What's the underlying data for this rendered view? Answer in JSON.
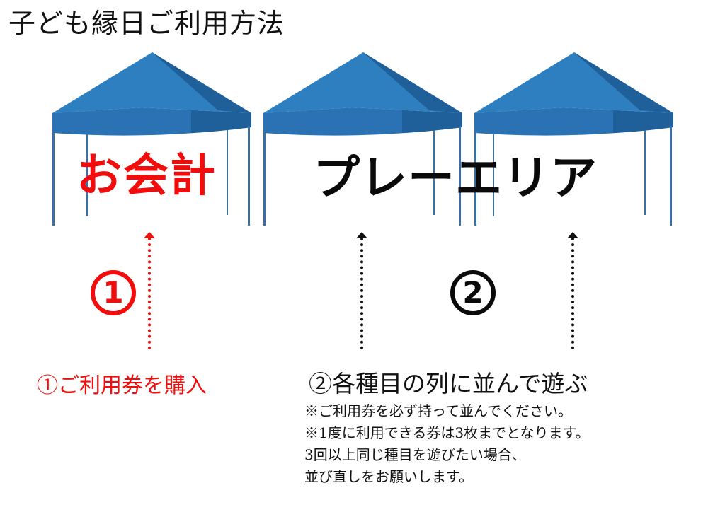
{
  "title": "子ども縁日ご利用方法",
  "tents": [
    {
      "label": "お会計",
      "color": "#f20d0d"
    },
    {
      "label": "プレーエリア",
      "color": "#0a0a0a"
    }
  ],
  "steps": [
    {
      "number": "1",
      "caption": "①ご利用券を購入",
      "color": "#f20d0d"
    },
    {
      "number": "2",
      "caption": "②各種目の列に並んで遊ぶ",
      "color": "#0a0a0a"
    }
  ],
  "notes": [
    "※ご利用券を必ず持って並んでください。",
    "※1度に利用できる券は3枚までとなります。",
    "3回以上同じ種目を遊びたい場合、",
    "並び直しをお願いします。"
  ],
  "colors": {
    "tent_roof": "#2e7fbf",
    "tent_roof_shade": "#1f5f9a",
    "tent_valance": "#2a72b3",
    "tent_pole": "#3a6fa6"
  }
}
